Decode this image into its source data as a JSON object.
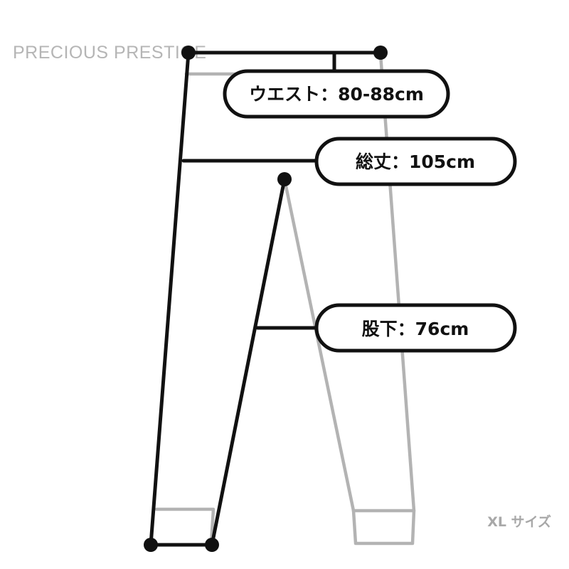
{
  "brand": {
    "name": "PRECIOUS PRESTIGE"
  },
  "measurements": [
    {
      "id": "waist",
      "label": "ウエスト：80-88cm"
    },
    {
      "id": "length",
      "label": "総丈：105cm"
    },
    {
      "id": "inseam",
      "label": "股下：76cm"
    }
  ],
  "size_note": "XL サイズ",
  "colors": {
    "outline_front": "#111111",
    "outline_back": "#b3b3b3",
    "brand_text": "#b5b5b5",
    "size_text": "#a8a8a8",
    "label_fill": "#ffffff",
    "label_stroke": "#111111"
  }
}
